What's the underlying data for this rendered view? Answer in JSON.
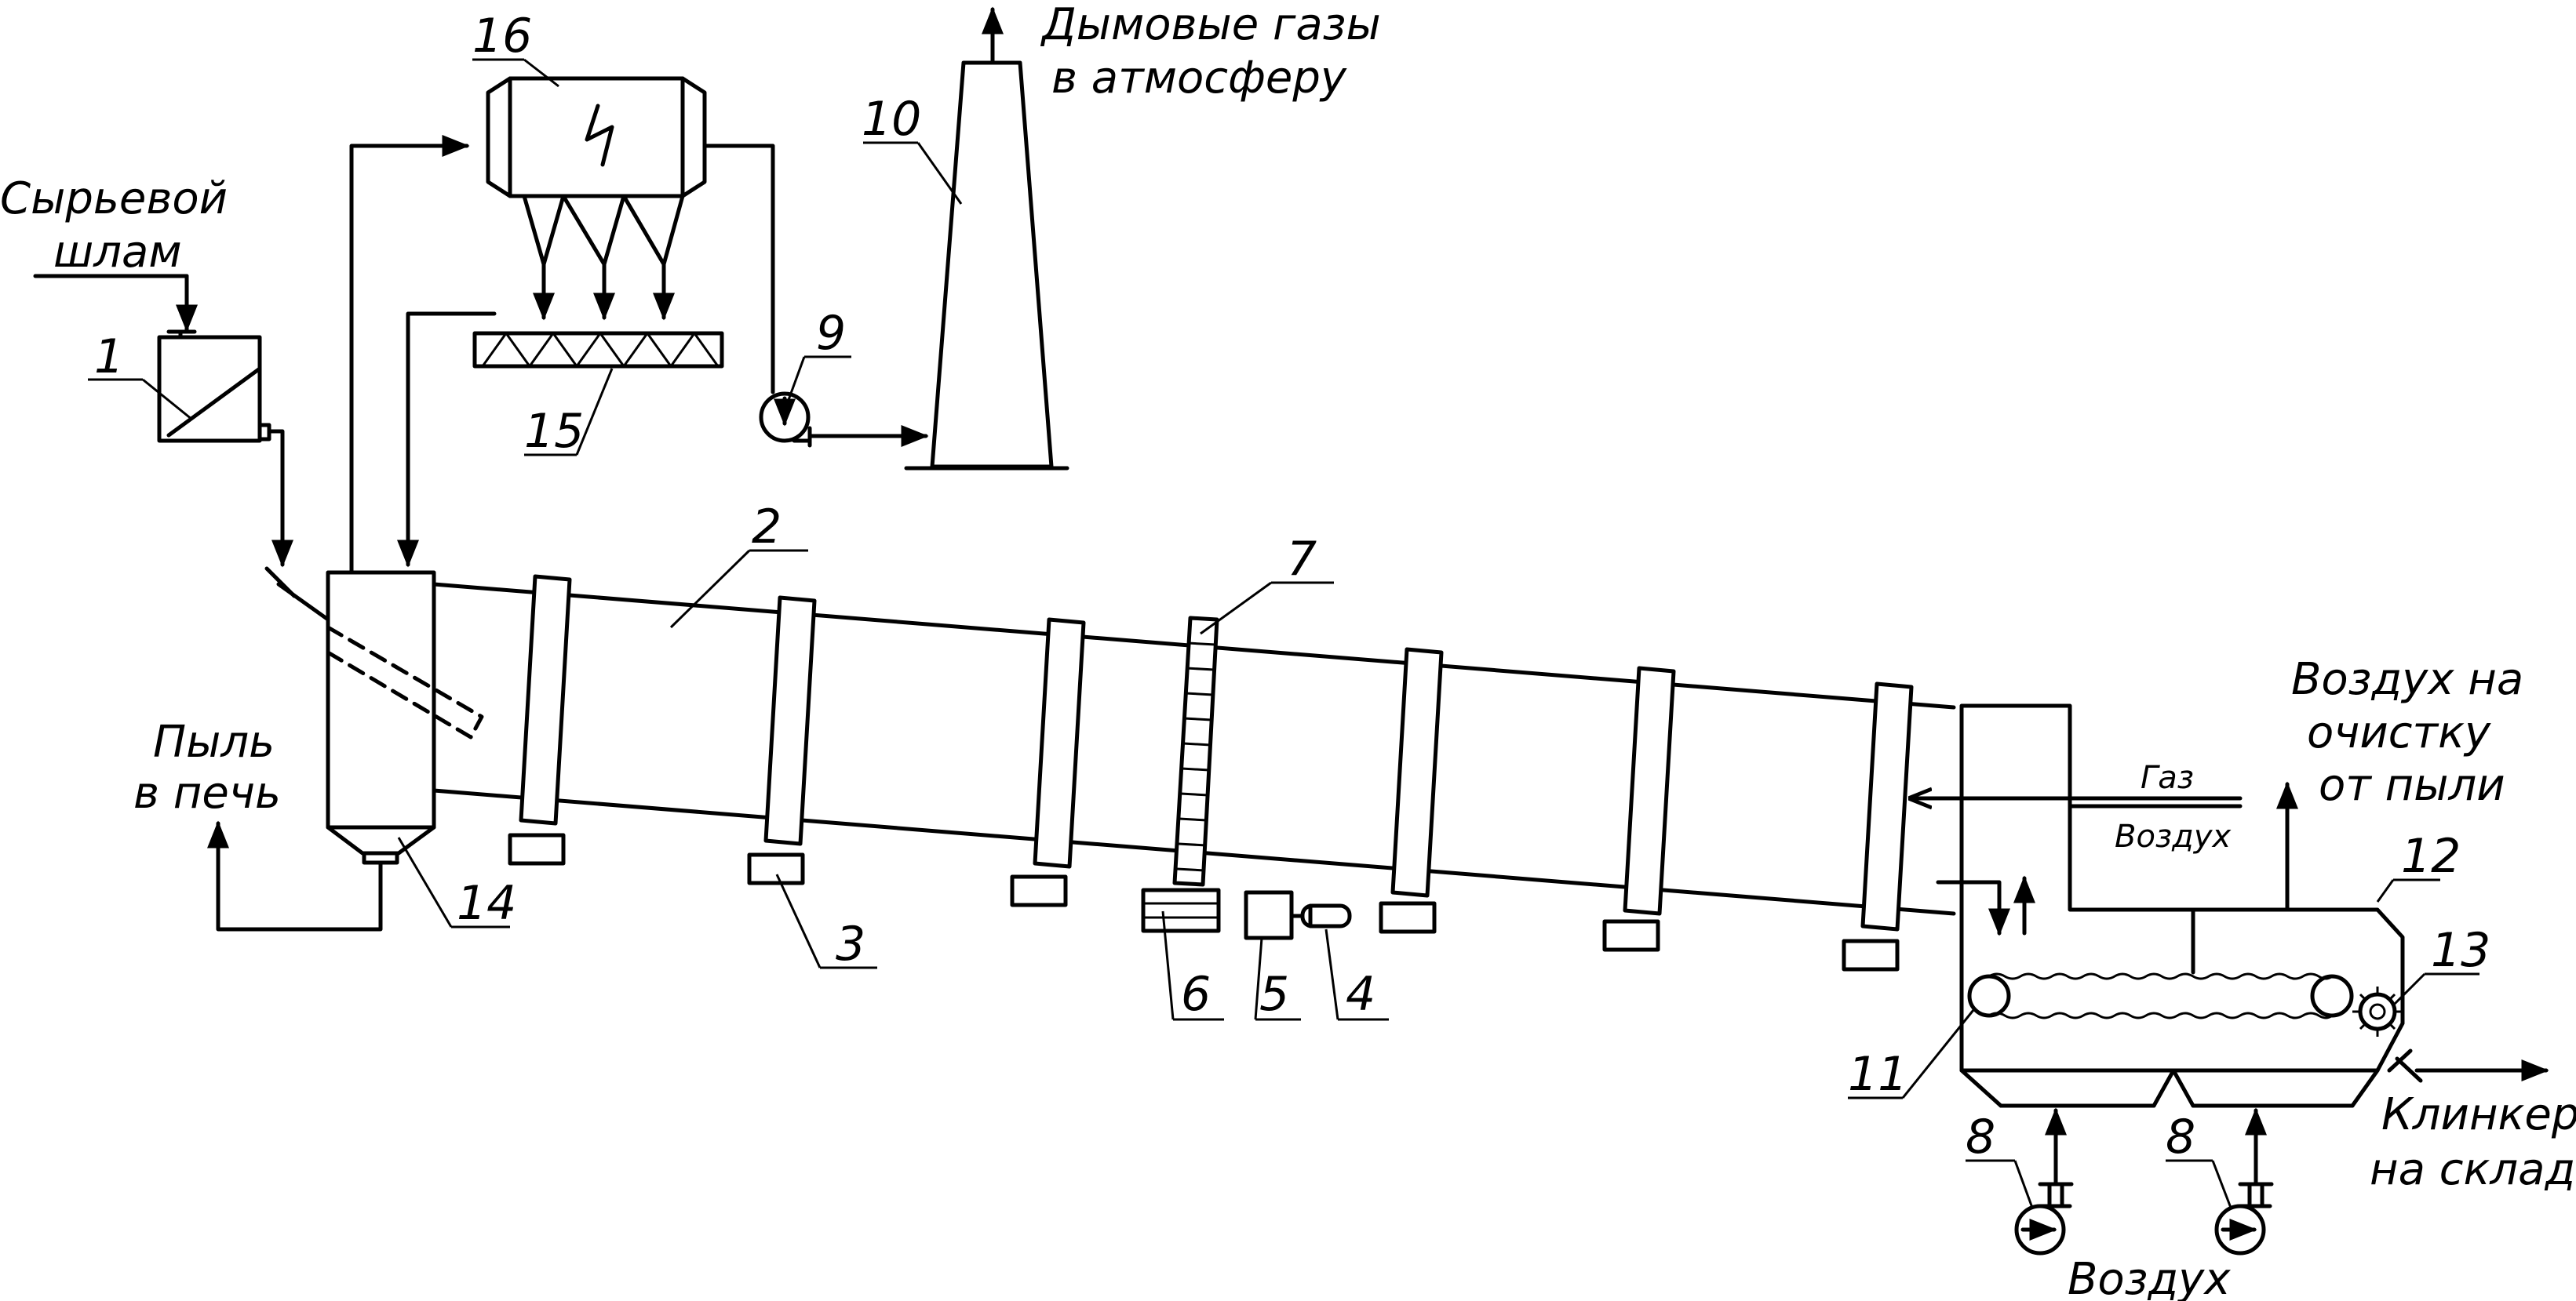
{
  "labels": {
    "raw_slurry": [
      "Сырьевой",
      "шлам"
    ],
    "dust_to_kiln": [
      "Пыль",
      "в печь"
    ],
    "flue_gases": [
      "Дымовые газы",
      "в атмосферу"
    ],
    "air_cleaning": [
      "Воздух на",
      "очистку",
      "от пыли"
    ],
    "gas": "Газ",
    "air_small": "Воздух",
    "clinker": [
      "Клинкер",
      "на склад"
    ],
    "air_bottom": "Воздух"
  },
  "numbers": {
    "n1": "1",
    "n2": "2",
    "n3": "3",
    "n4": "4",
    "n5": "5",
    "n6": "6",
    "n7": "7",
    "n8a": "8",
    "n8b": "8",
    "n9": "9",
    "n10": "10",
    "n11": "11",
    "n12": "12",
    "n13": "13",
    "n14": "14",
    "n15": "15",
    "n16": "16"
  }
}
